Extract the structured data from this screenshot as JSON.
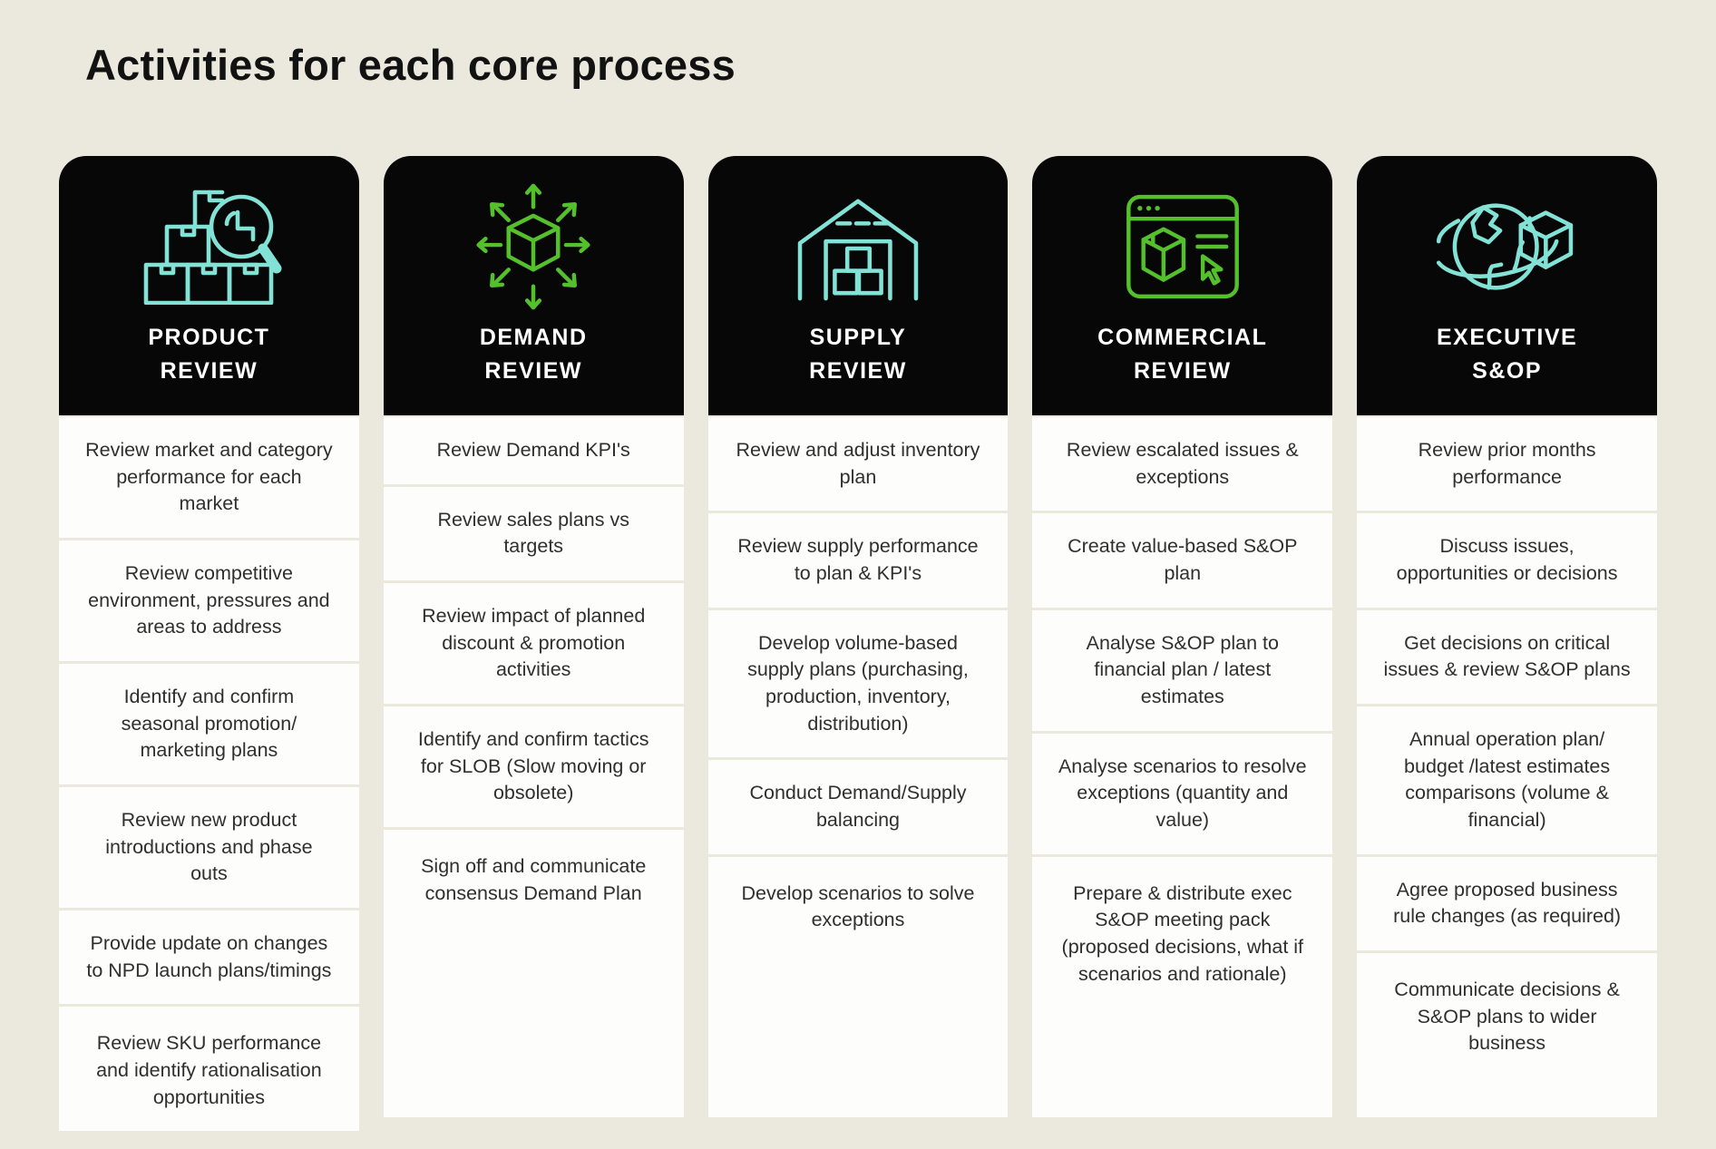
{
  "title": "Activities for each core process",
  "colors": {
    "background": "#EBE9DE",
    "header_black": "#070707",
    "card_white": "#FDFDFB",
    "teal": "#82E2D6",
    "green": "#54C12C",
    "text_dark": "#2F2F2F",
    "text_white": "#FFFFFF"
  },
  "columns": [
    {
      "id": "product-review",
      "title_lines": [
        "PRODUCT",
        "REVIEW"
      ],
      "icon": "boxes-magnifier-icon",
      "accent": "teal",
      "items": [
        "Review market and category performance for each market",
        "Review competitive environment, pressures and areas to address",
        "Identify and confirm seasonal promotion/ marketing plans",
        "Review new product introductions and phase outs",
        "Provide update on changes to NPD launch plans/timings",
        "Review SKU performance and identify rationalisation opportunities"
      ]
    },
    {
      "id": "demand-review",
      "title_lines": [
        "DEMAND",
        "REVIEW"
      ],
      "icon": "box-arrows-icon",
      "accent": "green",
      "items": [
        "Review Demand KPI's",
        "Review sales plans vs targets",
        "Review impact of planned discount & promotion activities",
        "Identify and confirm tactics for SLOB (Slow moving or obsolete)",
        "Sign off and communicate consensus Demand Plan"
      ]
    },
    {
      "id": "supply-review",
      "title_lines": [
        "SUPPLY",
        "REVIEW"
      ],
      "icon": "warehouse-icon",
      "accent": "teal",
      "items": [
        "Review and adjust inventory plan",
        "Review supply performance to plan & KPI's",
        "Develop volume-based supply plans (purchasing, production, inventory, distribution)",
        "Conduct Demand/Supply balancing",
        "Develop scenarios to solve exceptions"
      ]
    },
    {
      "id": "commercial-review",
      "title_lines": [
        "COMMERCIAL",
        "REVIEW"
      ],
      "icon": "browser-box-icon",
      "accent": "green",
      "items": [
        "Review escalated issues & exceptions",
        "Create value-based S&OP plan",
        "Analyse S&OP plan to financial plan / latest estimates",
        "Analyse scenarios to resolve exceptions (quantity and value)",
        "Prepare & distribute exec S&OP meeting pack (proposed decisions, what if scenarios and rationale)"
      ]
    },
    {
      "id": "executive-sop",
      "title_lines": [
        "EXECUTIVE",
        "S&OP"
      ],
      "icon": "globe-box-icon",
      "accent": "teal",
      "items": [
        "Review prior months performance",
        "Discuss issues, opportunities or decisions",
        "Get decisions on critical issues & review S&OP plans",
        "Annual operation plan/ budget /latest estimates comparisons (volume & financial)",
        "Agree proposed business rule changes (as required)",
        "Communicate decisions & S&OP plans to wider business"
      ]
    }
  ]
}
